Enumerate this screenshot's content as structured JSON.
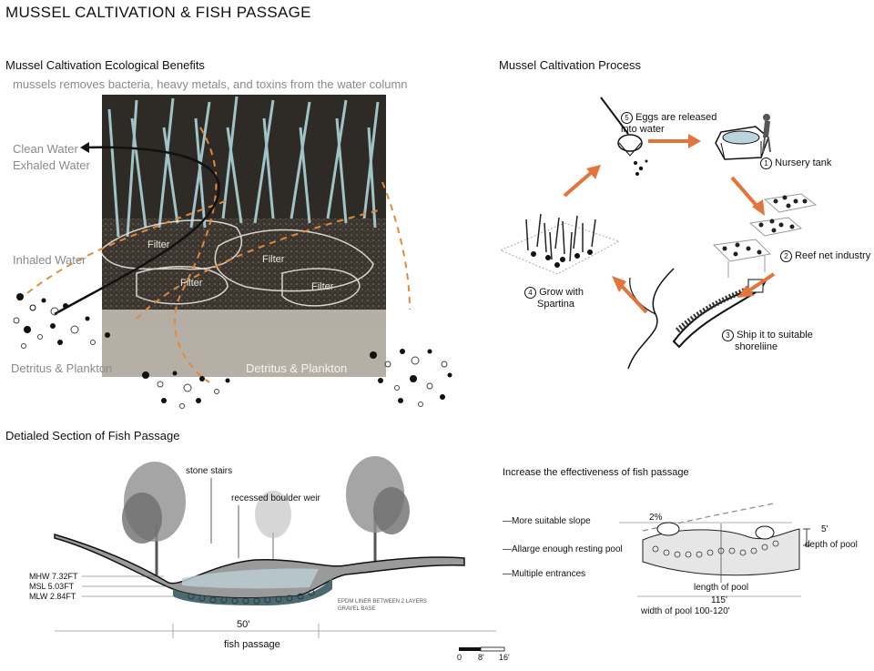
{
  "page_title": "MUSSEL CALTIVATION & FISH PASSAGE",
  "benefits": {
    "heading": "Mussel Caltivation Ecological Benefits",
    "subheading": "mussels removes bacteria, heavy metals, and toxins from the water column",
    "labels": {
      "clean_water": "Clean Water",
      "exhaled_water": "Exhaled Water",
      "inhaled_water": "Inhaled Water",
      "detritus_left": "Detritus & Plankton",
      "detritus_right": "Detritus & Plankton",
      "filter": "Filter"
    }
  },
  "process": {
    "heading": "Mussel Caltivation Process",
    "steps": [
      {
        "num": "5",
        "line1": "Eggs are released",
        "line2": "into water"
      },
      {
        "num": "1",
        "line1": "Nursery tank",
        "line2": ""
      },
      {
        "num": "2",
        "line1": "Reef net industry",
        "line2": ""
      },
      {
        "num": "3",
        "line1": "Ship it to suitable",
        "line2": "shoreliine"
      },
      {
        "num": "4",
        "line1": "Grow with",
        "line2": "Spartina"
      }
    ]
  },
  "section": {
    "heading": "Detialed Section of Fish Passage",
    "stone_stairs": "stone stairs",
    "boulder_weir": "recessed boulder weir",
    "levels": [
      "MHW 7.32FT",
      "MSL   5.03FT",
      "MLW  2.84FT"
    ],
    "dimension": "50'",
    "caption": "fish passage",
    "scale_ticks": [
      "0",
      "8'",
      "16'"
    ],
    "notes": [
      "EPDM LINER BETWEEN 2 LAYERS",
      "GRAVEL BASE"
    ]
  },
  "effectiveness": {
    "heading": "Increase the effectiveness of fish passage",
    "items": [
      "More suitable slope",
      "Allarge enough resting pool",
      "Multiple entrances"
    ],
    "slope": "2%",
    "depth_value": "5'",
    "depth_label": "depth of pool",
    "length_label": "length of pool",
    "length_value": "115'",
    "width_label": "width of pool 100-120'"
  },
  "colors": {
    "accent_orange": "#e3743c",
    "dashed_orange": "#e08a3a",
    "grass_blue": "#9fc3c6",
    "soil_dark": "#3a342c",
    "text_gray": "#8a8a8a"
  }
}
